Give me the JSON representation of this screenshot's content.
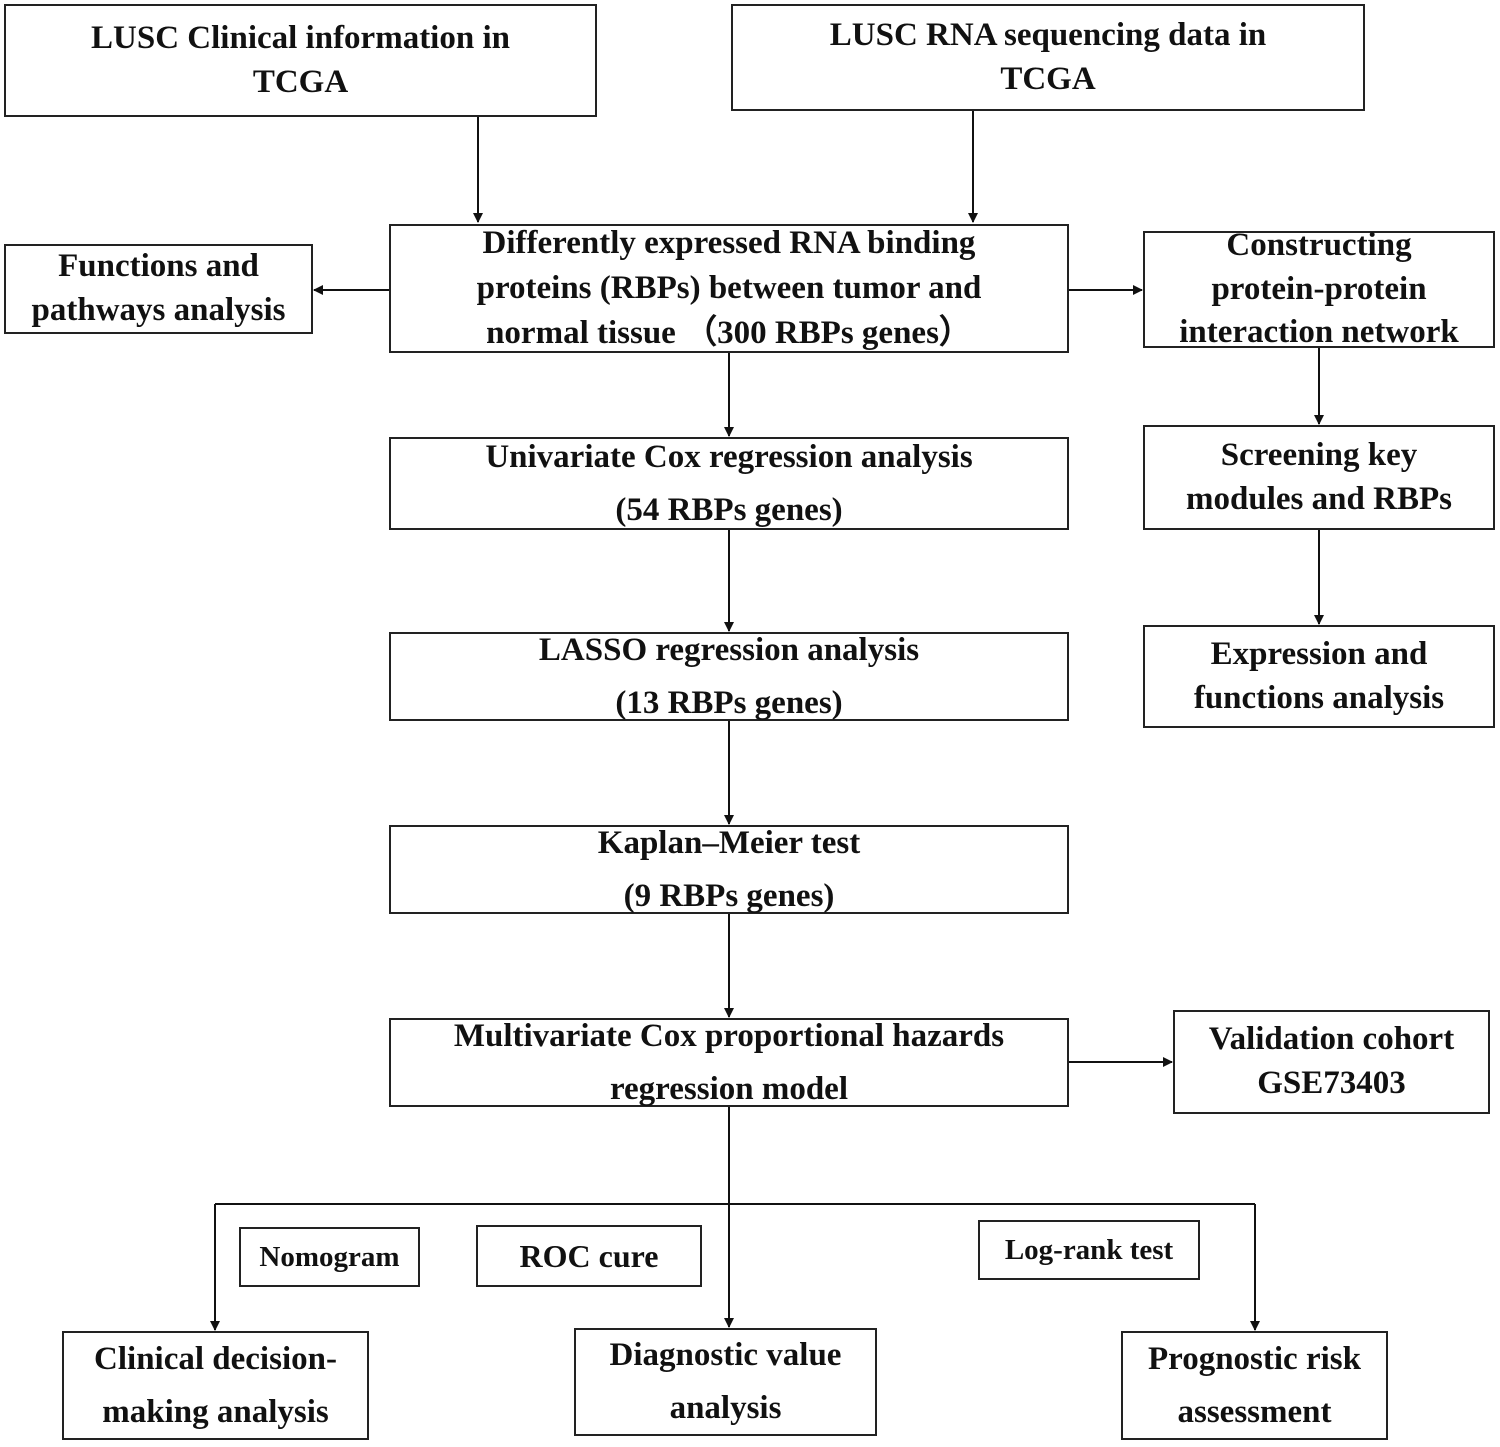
{
  "nodes": {
    "clinical": [
      "LUSC Clinical information in",
      "TCGA"
    ],
    "rnaseq": [
      "LUSC RNA sequencing data in",
      "TCGA"
    ],
    "functions": [
      "Functions and",
      "pathways analysis"
    ],
    "diff_rbps": [
      "Differently expressed RNA binding",
      "proteins (RBPs) between tumor and",
      "normal tissue （300 RBPs genes）"
    ],
    "ppi": [
      "Constructing",
      "protein-protein",
      "interaction network"
    ],
    "univariate": [
      "Univariate Cox regression analysis",
      "(54 RBPs genes)"
    ],
    "screening": [
      "Screening key",
      "modules and RBPs"
    ],
    "lasso": [
      "LASSO regression analysis",
      "(13 RBPs genes)"
    ],
    "expression": [
      "Expression and",
      "functions analysis"
    ],
    "kaplan": [
      "Kaplan–Meier test",
      "(9 RBPs genes)"
    ],
    "multivariate": [
      "Multivariate Cox proportional hazards",
      "regression model"
    ],
    "validation": [
      "Validation cohort",
      "GSE73403"
    ],
    "nomogram": [
      "Nomogram"
    ],
    "roc": [
      "ROC cure"
    ],
    "logrank": [
      "Log-rank test"
    ],
    "clinical_decision": [
      "Clinical decision-",
      "making analysis"
    ],
    "diagnostic": [
      "Diagnostic value",
      "analysis"
    ],
    "prognostic": [
      "Prognostic risk",
      "assessment"
    ]
  }
}
